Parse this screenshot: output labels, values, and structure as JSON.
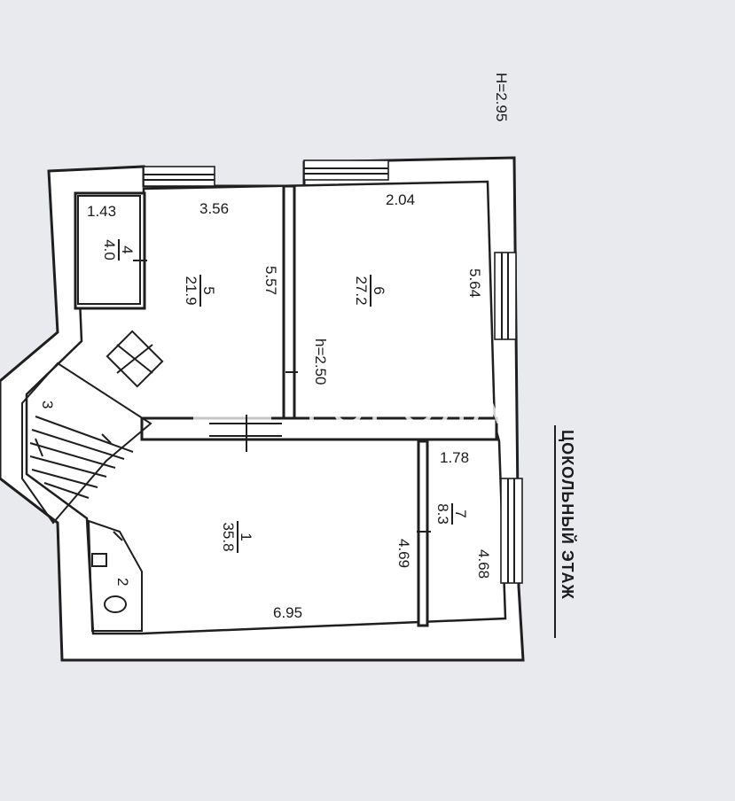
{
  "floor_title": "ЦОКОЛЬНЫЙ ЭТАЖ",
  "ceiling_height": "H=2.95",
  "room_height": "h=2.50",
  "watermark": "ГОРОДА",
  "rooms": [
    {
      "number": "1",
      "area": "35.8"
    },
    {
      "number": "2",
      "area": ""
    },
    {
      "number": "3",
      "area": ""
    },
    {
      "number": "4",
      "area": "4.0"
    },
    {
      "number": "5",
      "area": "21.9"
    },
    {
      "number": "6",
      "area": "27.2"
    },
    {
      "number": "7",
      "area": "8.3"
    }
  ],
  "dimensions": {
    "d_1_43": "1.43",
    "d_3_56": "3.56",
    "d_2_04": "2.04",
    "d_5_57": "5.57",
    "d_5_64": "5.64",
    "d_1_78": "1.78",
    "d_4_69": "4.69",
    "d_4_68": "4.68",
    "d_6_95": "6.95"
  },
  "colors": {
    "background": "#e9eaee",
    "wall": "#ffffff",
    "line": "#1f1f1f"
  }
}
